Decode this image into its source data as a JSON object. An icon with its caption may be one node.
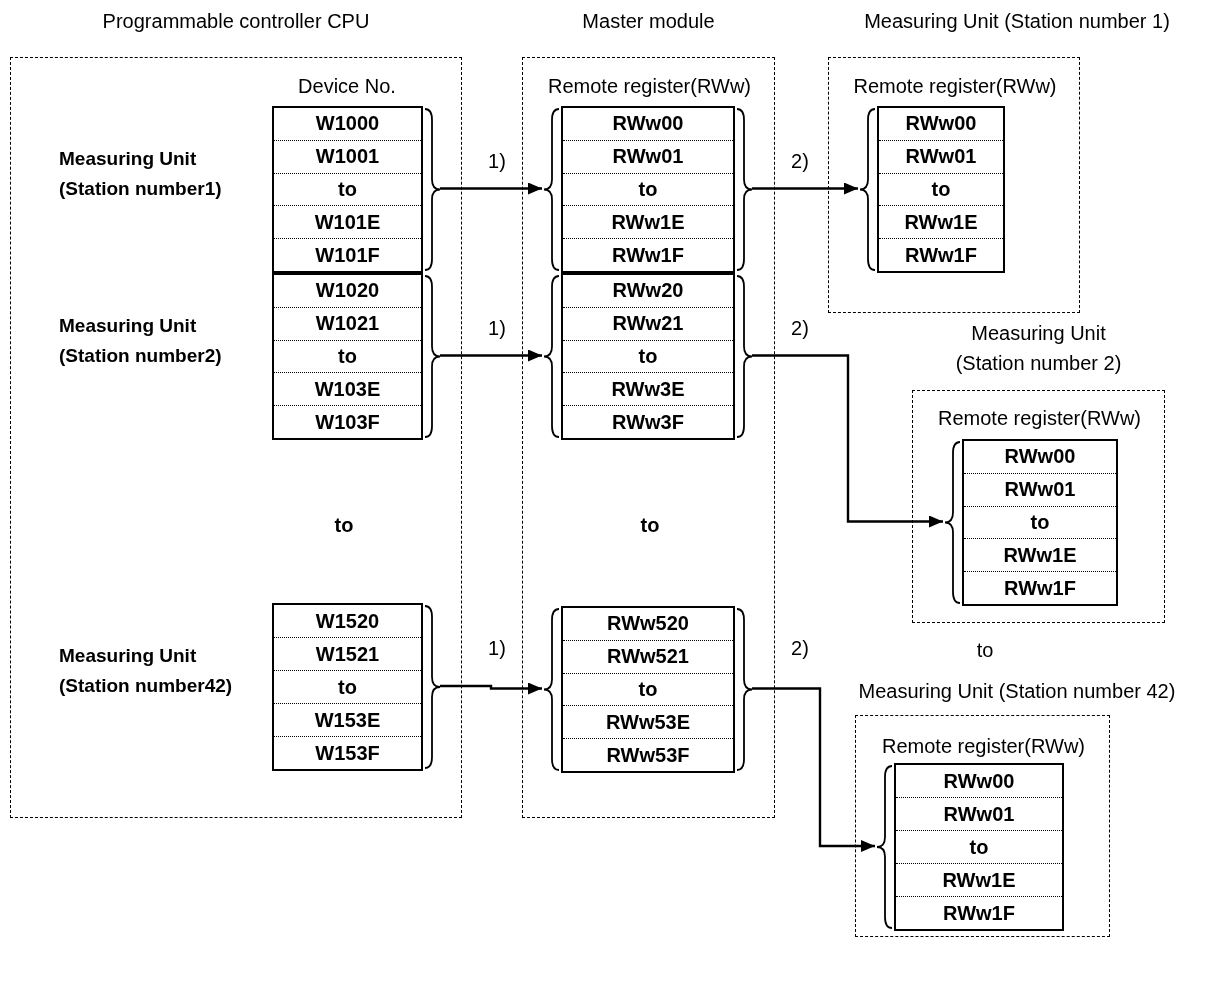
{
  "diagram": {
    "nodes": [
      {
        "text": [
          "Programmable controller CPU",
          "Device No."
        ]
      },
      {
        "text": [
          "W1000",
          "W1001",
          "to",
          "W101E",
          "W101F"
        ],
        "in": 0,
        "beside": [
          "Measuring Unit (Station number1)"
        ]
      },
      {
        "text": [
          "W1020",
          "W1021",
          "to",
          "W103E",
          "W103F"
        ],
        "in": 0,
        "beside": [
          "Measuring Unit (Station number2)"
        ]
      },
      {
        "text": [
          "W1520",
          "W1521",
          "to",
          "W153E",
          "W153F"
        ],
        "in": 0,
        "beside": [
          "Measuring Unit (Station number42)"
        ]
      },
      {
        "text": [
          "Master module",
          "Remote register(RWw)"
        ]
      },
      {
        "text": [
          "RWw00",
          "RWw01",
          "to",
          "RWw1E",
          "RWw1F"
        ],
        "in": 4
      },
      {
        "text": [
          "RWw20",
          "RWw21",
          "to",
          "RWw3E",
          "RWw3F"
        ],
        "in": 4
      },
      {
        "text": [
          "RWw520",
          "RWw521",
          "to",
          "RWw53E",
          "RWw53F"
        ],
        "in": 4
      },
      {
        "text": [
          "Measuring Unit (Station number 1)",
          "Remote register(RWw)"
        ]
      },
      {
        "text": [
          "RWw00",
          "RWw01",
          "to",
          "RWw1E",
          "RWw1F"
        ],
        "in": 8
      },
      {
        "text": [
          "Measuring Unit (Station number 2)",
          "Remote register(RWw)"
        ]
      },
      {
        "text": [
          "RWw00",
          "RWw01",
          "to",
          "RWw1E",
          "RWw1F"
        ],
        "in": 10
      },
      {
        "text": [
          "Measuring Unit (Station number 42)",
          "Remote register(RWw)"
        ]
      },
      {
        "text": [
          "RWw00",
          "RWw01",
          "to",
          "RWw1E",
          "RWw1F"
        ],
        "in": 12
      }
    ],
    "edges": [
      {
        "from": 1,
        "to": 5,
        "arrow": "to",
        "label": "1)"
      },
      {
        "from": 2,
        "to": 6,
        "arrow": "to",
        "label": "1)"
      },
      {
        "from": 3,
        "to": 7,
        "arrow": "to",
        "label": "1)"
      },
      {
        "from": 5,
        "to": 9,
        "arrow": "to",
        "label": "2)"
      },
      {
        "from": 6,
        "to": 11,
        "arrow": "to",
        "label": "2)"
      },
      {
        "from": 7,
        "to": 13,
        "arrow": "to",
        "label": "2)"
      }
    ],
    "labels": [
      "to",
      "to",
      "to"
    ]
  }
}
